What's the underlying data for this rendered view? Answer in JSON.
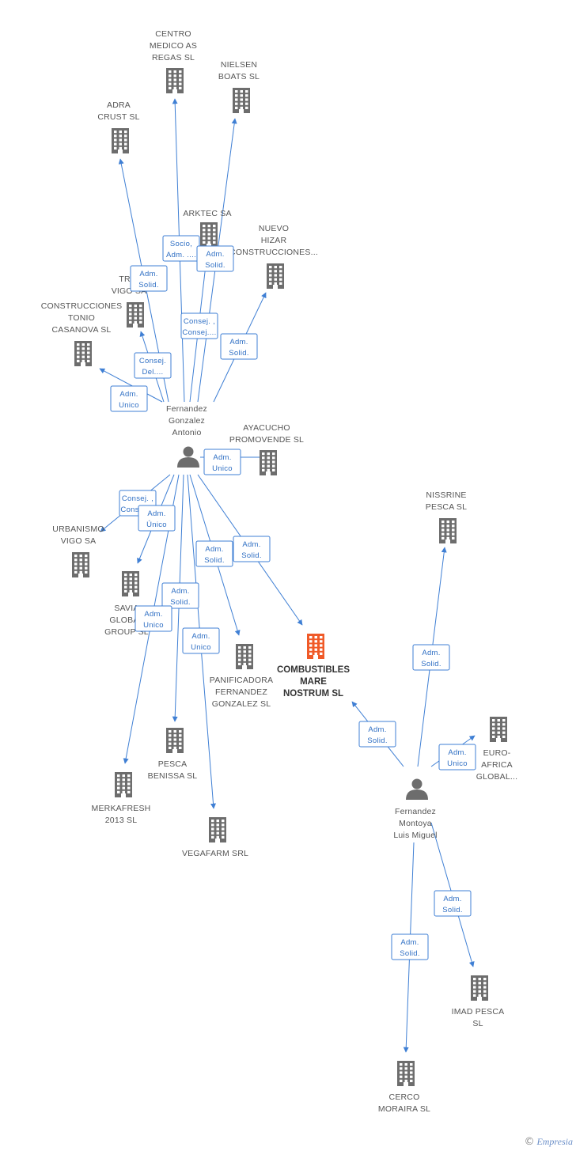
{
  "colors": {
    "edge": "#3f7fd4",
    "building": "#6d6d6d",
    "highlight": "#f05a28",
    "person": "#6d6d6d"
  },
  "nodes": [
    {
      "id": "centro",
      "kind": "company",
      "icon": "building-icon",
      "lines": [
        "CENTRO",
        "MEDICO AS",
        "REGAS SL"
      ]
    },
    {
      "id": "nielsen",
      "kind": "company",
      "icon": "building-icon",
      "lines": [
        "NIELSEN",
        "BOATS SL"
      ]
    },
    {
      "id": "adra",
      "kind": "company",
      "icon": "building-icon",
      "lines": [
        "ADRA",
        "CRUST SL"
      ]
    },
    {
      "id": "arktec",
      "kind": "company",
      "icon": "building-icon",
      "lines": [
        "ARKTEC SA"
      ]
    },
    {
      "id": "nuevo",
      "kind": "company",
      "icon": "building-icon",
      "lines": [
        "NUEVO",
        "HIZAR",
        "CONSTRUCCIONES..."
      ]
    },
    {
      "id": "trui",
      "kind": "company",
      "icon": "building-icon",
      "lines": [
        "TRUI",
        "VIGO SA"
      ]
    },
    {
      "id": "construcciones",
      "kind": "company",
      "icon": "building-icon",
      "lines": [
        "CONSTRUCCIONES",
        "TONIO",
        "CASANOVA SL"
      ]
    },
    {
      "id": "ayacucho",
      "kind": "company",
      "icon": "building-icon",
      "lines": [
        "AYACUCHO",
        "PROMOVENDE SL"
      ]
    },
    {
      "id": "urbanismo",
      "kind": "company",
      "icon": "building-icon",
      "lines": [
        "URBANISMO",
        "VIGO SA"
      ]
    },
    {
      "id": "savia",
      "kind": "company",
      "icon": "building-icon",
      "lines": [
        "SAVIA",
        "GLOBAL",
        "GROUP SL"
      ]
    },
    {
      "id": "nissrine",
      "kind": "company",
      "icon": "building-icon",
      "lines": [
        "NISSRINE",
        "PESCA  SL"
      ]
    },
    {
      "id": "combustibles",
      "kind": "focus",
      "icon": "building-icon",
      "lines": [
        "COMBUSTIBLES",
        "MARE",
        "NOSTRUM  SL"
      ]
    },
    {
      "id": "panificadora",
      "kind": "company",
      "icon": "building-icon",
      "lines": [
        "PANIFICADORA",
        "FERNANDEZ",
        "GONZALEZ SL"
      ]
    },
    {
      "id": "euro",
      "kind": "company",
      "icon": "building-icon",
      "lines": [
        "EURO-",
        "AFRICA",
        "GLOBAL..."
      ]
    },
    {
      "id": "pesca",
      "kind": "company",
      "icon": "building-icon",
      "lines": [
        "PESCA",
        "BENISSA  SL"
      ]
    },
    {
      "id": "merka",
      "kind": "company",
      "icon": "building-icon",
      "lines": [
        "MERKAFRESH",
        "2013 SL"
      ]
    },
    {
      "id": "vegafarm",
      "kind": "company",
      "icon": "building-icon",
      "lines": [
        "VEGAFARM SRL"
      ]
    },
    {
      "id": "imad",
      "kind": "company",
      "icon": "building-icon",
      "lines": [
        "IMAD PESCA",
        "SL"
      ]
    },
    {
      "id": "cerco",
      "kind": "company",
      "icon": "building-icon",
      "lines": [
        "CERCO",
        "MORAIRA  SL"
      ]
    },
    {
      "id": "fga",
      "kind": "person",
      "icon": "person-icon",
      "lines": [
        "Fernandez",
        "Gonzalez",
        "Antonio"
      ]
    },
    {
      "id": "fml",
      "kind": "person",
      "icon": "person-icon",
      "lines": [
        "Fernandez",
        "Montoya",
        "Luis Miguel"
      ]
    }
  ],
  "relations": [
    {
      "from": "fga",
      "to": "centro",
      "lines": [
        "Socio,",
        "Adm. ...."
      ]
    },
    {
      "from": "fga",
      "to": "nielsen",
      "lines": [
        "Adm.",
        "Solid."
      ]
    },
    {
      "from": "fga",
      "to": "adra",
      "lines": [
        "Adm.",
        "Solid."
      ]
    },
    {
      "from": "fga",
      "to": "arktec",
      "lines": [
        "Consej. ,",
        "Consej...."
      ]
    },
    {
      "from": "fga",
      "to": "nuevo",
      "lines": [
        "Adm.",
        "Solid."
      ]
    },
    {
      "from": "fga",
      "to": "trui",
      "lines": [
        "Consej.",
        "Del...."
      ]
    },
    {
      "from": "fga",
      "to": "construcciones",
      "lines": [
        "Adm.",
        "Unico"
      ]
    },
    {
      "from": "fga",
      "to": "ayacucho",
      "lines": [
        "Adm.",
        "Unico"
      ]
    },
    {
      "from": "fga",
      "to": "urbanismo",
      "lines": [
        "Consej. ,",
        "Consej...."
      ]
    },
    {
      "from": "fga",
      "to": "savia",
      "lines": [
        "Adm.",
        "Único"
      ]
    },
    {
      "from": "fga",
      "to": "panificadora",
      "lines": [
        "Adm.",
        "Solid."
      ]
    },
    {
      "from": "fga",
      "to": "combustibles",
      "lines": [
        "Adm.",
        "Solid."
      ]
    },
    {
      "from": "fga",
      "to": "pesca",
      "lines": [
        "Adm.",
        "Solid."
      ]
    },
    {
      "from": "fga",
      "to": "merka",
      "lines": [
        "Adm.",
        "Unico"
      ]
    },
    {
      "from": "fga",
      "to": "vegafarm",
      "lines": [
        "Adm.",
        "Unico"
      ]
    },
    {
      "from": "fml",
      "to": "nissrine",
      "lines": [
        "Adm.",
        "Solid."
      ]
    },
    {
      "from": "fml",
      "to": "combustibles",
      "lines": [
        "Adm.",
        "Solid."
      ]
    },
    {
      "from": "fml",
      "to": "euro",
      "lines": [
        "Adm.",
        "Unico"
      ]
    },
    {
      "from": "fml",
      "to": "imad",
      "lines": [
        "Adm.",
        "Solid."
      ]
    },
    {
      "from": "fml",
      "to": "cerco",
      "lines": [
        "Adm.",
        "Solid."
      ]
    }
  ],
  "footer": {
    "copyright": "©",
    "brand": "Empresia"
  }
}
